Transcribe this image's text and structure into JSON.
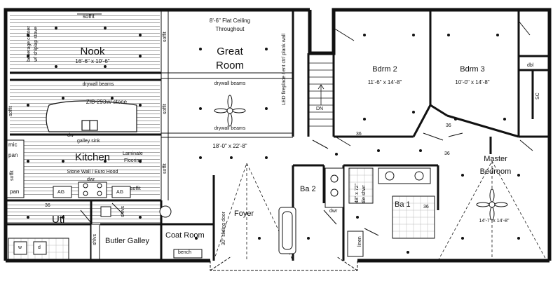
{
  "rooms": {
    "nook": {
      "name": "Nook",
      "dims": "16'-6\" x 10'-6\""
    },
    "great_room": {
      "name_line1": "Great",
      "name_line2": "Room",
      "ceiling_line1": "8'-6\" Flat Ceiling",
      "ceiling_line2": "Throughout"
    },
    "bdrm2": {
      "name": "Bdrm 2",
      "dims": "11'-6\" x 14'-8\""
    },
    "bdrm3": {
      "name": "Bdrm 3",
      "dims": "10'-0\" x 14'-8\""
    },
    "kitchen": {
      "name": "Kitchen",
      "flooring_line1": "Laminate",
      "flooring_line2": "Flooring",
      "hood": "Stone Wall / Euro Hood"
    },
    "master": {
      "name_line1": "Master",
      "name_line2": "Bedroom",
      "dims": "14'-7\" x 14'-8\""
    },
    "foyer": {
      "name": "Foyer"
    },
    "ba2": {
      "name": "Ba 2"
    },
    "ba1": {
      "name": "Ba 1"
    },
    "utl": {
      "name": "Utl"
    },
    "butler": {
      "name": "Butler Galley"
    },
    "coat": {
      "name": "Coat Room"
    },
    "family_dims": "18'-0\" x 22'-8\""
  },
  "labels": {
    "soffit": "soffit",
    "beverage_line1": "beverage center",
    "beverage_line2": "w/ shiplap stove",
    "drywall_beams": "drywall beams",
    "zib": "ZIB-293w/ stone",
    "dw": "dw",
    "galley_sink": "galley sink",
    "mic": "mic",
    "pan": "pan",
    "ag": "AG",
    "shlvs": "shlvs",
    "dwr": "dwr",
    "led_wall": "LED fireplace / ent ctr/ plank wall",
    "dn": "DN",
    "sc": "SC",
    "dbl": "dbl",
    "n36": "36",
    "tile_line1": "48\" x 72\"",
    "tile_line2": "tile shwr",
    "linen": "linen",
    "sliding_door": "30\" sliding door",
    "bench": "bench",
    "w": "w",
    "d": "d"
  },
  "colors": {
    "line": "#111111",
    "hatch": "#777777",
    "background": "#ffffff"
  }
}
